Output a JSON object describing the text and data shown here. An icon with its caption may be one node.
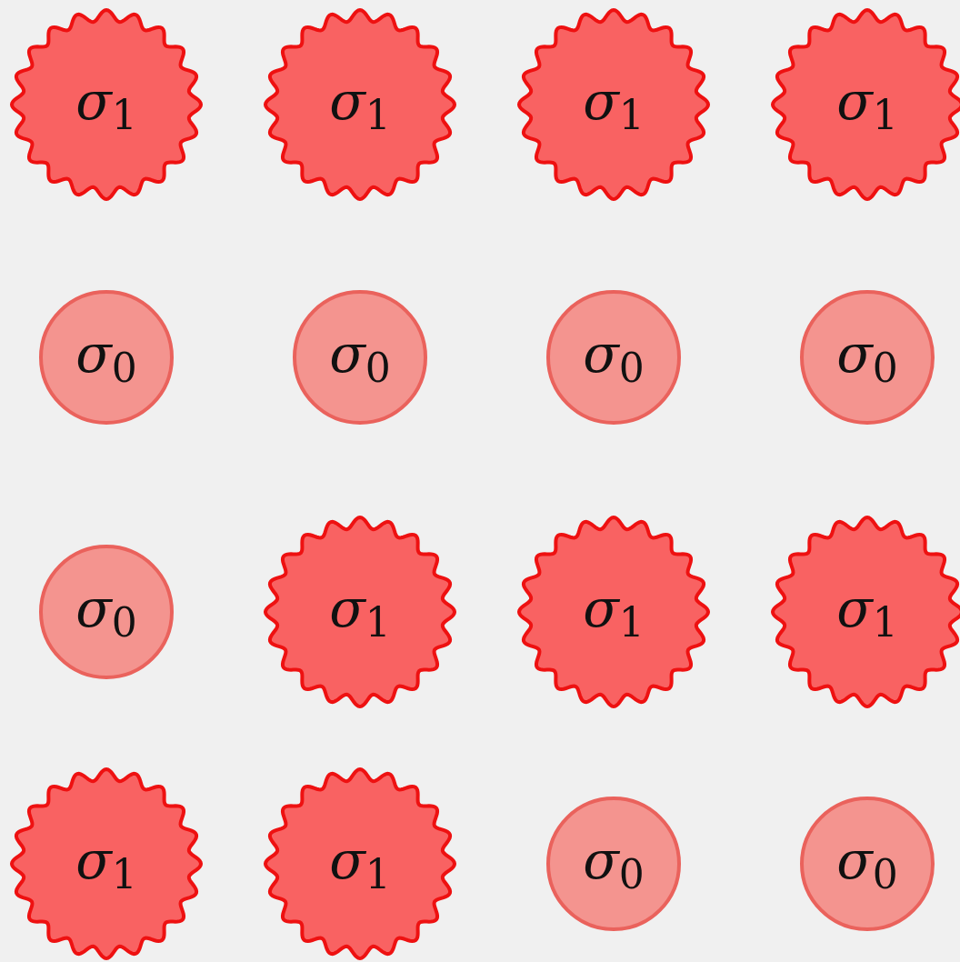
{
  "diagram": {
    "nodes": [
      {
        "text": [
          "σ$_{1}$"
        ]
      },
      {
        "text": [
          "σ$_{1}$"
        ]
      },
      {
        "text": [
          "σ$_{1}$"
        ]
      },
      {
        "text": [
          "σ$_{1}$"
        ]
      },
      {
        "text": [
          "σ$_{0}$"
        ]
      },
      {
        "text": [
          "σ$_{0}$"
        ]
      },
      {
        "text": [
          "σ$_{0}$"
        ]
      },
      {
        "text": [
          "σ$_{0}$"
        ]
      },
      {
        "text": [
          "σ$_{0}$"
        ]
      },
      {
        "text": [
          "σ$_{1}$"
        ]
      },
      {
        "text": [
          "σ$_{1}$"
        ]
      },
      {
        "text": [
          "σ$_{1}$"
        ]
      },
      {
        "text": [
          "σ$_{1}$"
        ]
      },
      {
        "text": [
          "σ$_{1}$"
        ]
      },
      {
        "text": [
          "σ$_{0}$"
        ]
      },
      {
        "text": [
          "σ$_{0}$"
        ]
      }
    ]
  }
}
